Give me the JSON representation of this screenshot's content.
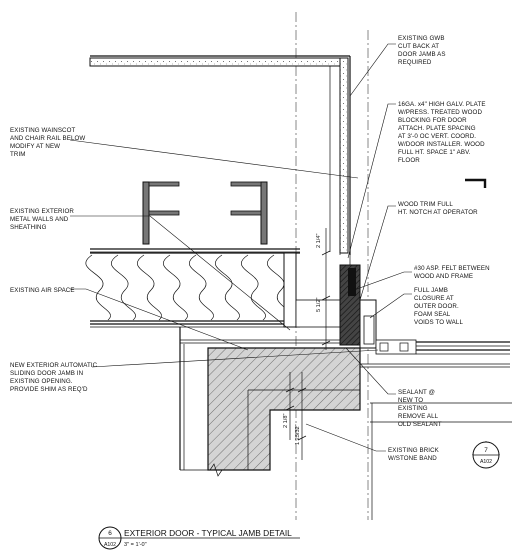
{
  "notes": {
    "existing_gwb": [
      "EXISTING GWB",
      "CUT BACK AT",
      "DOOR JAMB AS",
      "REQUIRED"
    ],
    "plate": [
      "16GA. x4\" HIGH GALV. PLATE",
      "W/PRESS. TREATED WOOD",
      "BLOCKING FOR DOOR",
      "ATTACH. PLATE SPACING",
      "AT 3'-0 OC VERT. COORD.",
      "W/DOOR INSTALLER. WOOD",
      "FULL HT. SPACE 1\" ABV.",
      "FLOOR"
    ],
    "wainscot": [
      "EXISTING WAINSCOT",
      "AND CHAIR RAIL BELOW",
      "MODIFY AT NEW",
      "TRIM"
    ],
    "wood_trim": [
      "WOOD TRIM FULL",
      "HT. NOTCH AT OPERATOR"
    ],
    "metal_walls": [
      "EXISTING EXTERIOR",
      "METAL WALLS AND",
      "SHEATHING"
    ],
    "felt": [
      "#30 ASP. FELT BETWEEN",
      "WOOD AND FRAME"
    ],
    "air_space": [
      "EXISTING AIR SPACE"
    ],
    "jamb_closure": [
      "FULL JAMB",
      "CLOSURE AT",
      "OUTER DOOR.",
      "FOAM SEAL",
      "VOIDS TO WALL"
    ],
    "automatic_door": [
      "NEW EXTERIOR AUTOMATIC",
      "SLIDING DOOR JAMB IN",
      "EXISTING OPENING.",
      "PROVIDE SHIM AS REQ'D"
    ],
    "sealant": [
      "SEALANT @",
      "NEW TO",
      "EXISTING",
      "REMOVE ALL",
      "OLD SEALANT"
    ],
    "brick": [
      "EXISTING BRICK",
      "W/STONE BAND"
    ]
  },
  "dimensions": {
    "d1": "2 1/4\"",
    "d2": "5 1/2\"",
    "d3": "2 1/8\"",
    "d4": "1 25/32\""
  },
  "detail_bubble": {
    "number": "7",
    "sheet": "A102"
  },
  "title_block": {
    "number": "6",
    "sheet": "A102",
    "title": "EXTERIOR DOOR - TYPICAL JAMB DETAIL",
    "scale": "3\" = 1'-0\""
  }
}
